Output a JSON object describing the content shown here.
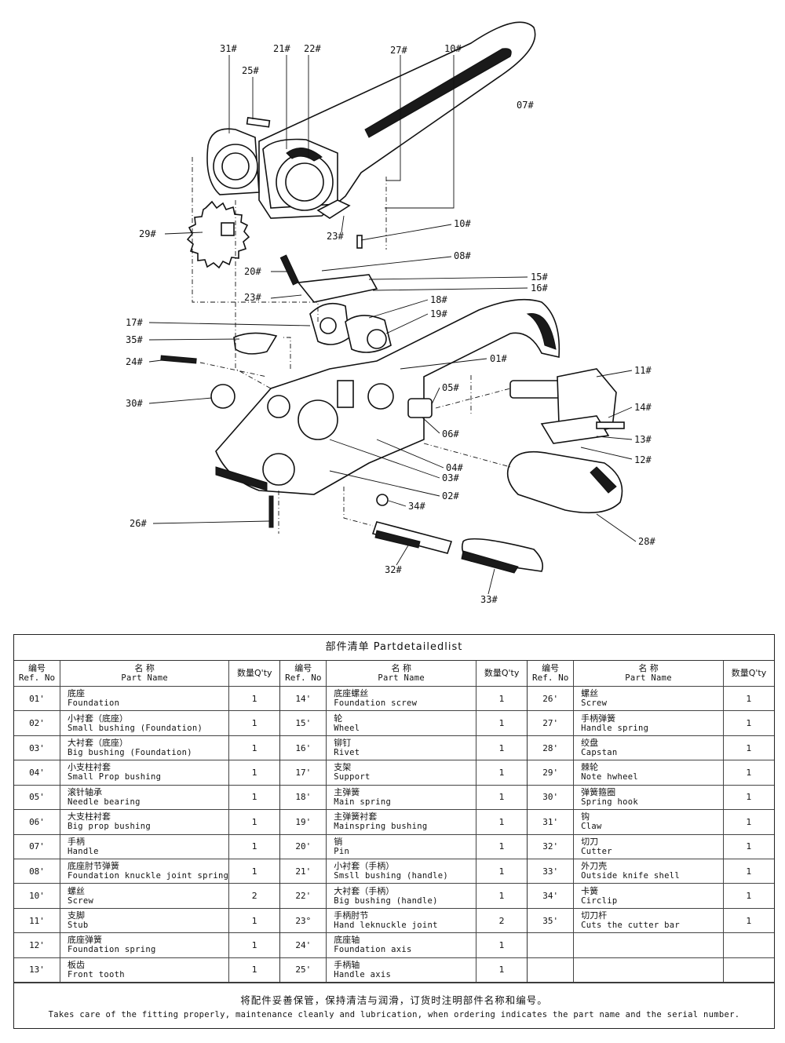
{
  "diagram": {
    "callouts": [
      "31#",
      "21#",
      "22#",
      "27#",
      "10#",
      "25#",
      "07#",
      "29#",
      "23#",
      "10#",
      "08#",
      "20#",
      "15#",
      "16#",
      "23#",
      "18#",
      "19#",
      "17#",
      "35#",
      "01#",
      "24#",
      "11#",
      "05#",
      "30#",
      "14#",
      "06#",
      "13#",
      "12#",
      "04#",
      "03#",
      "02#",
      "28#",
      "26#",
      "34#",
      "32#",
      "33#"
    ]
  },
  "parts_list": {
    "title": "部件清单 Partdetailedlist",
    "header": {
      "ref_cn": "编号",
      "ref_en": "Ref. No",
      "name_cn": "名        称",
      "name_en": "Part Name",
      "qty": "数量Q'ty"
    },
    "columns": [
      {
        "rows": [
          {
            "ref": "01'",
            "cn": "底座",
            "en": "Foundation",
            "qty": "1"
          },
          {
            "ref": "02'",
            "cn": "小衬套（底座）",
            "en": "Small bushing (Foundation)",
            "qty": "1"
          },
          {
            "ref": "03'",
            "cn": "大衬套（底座）",
            "en": "Big bushing (Foundation)",
            "qty": "1"
          },
          {
            "ref": "04'",
            "cn": "小支柱衬套",
            "en": "Small Prop bushing",
            "qty": "1"
          },
          {
            "ref": "05'",
            "cn": "滚针轴承",
            "en": "Needle bearing",
            "qty": "1"
          },
          {
            "ref": "06'",
            "cn": "大支柱衬套",
            "en": "Big prop bushing",
            "qty": "1"
          },
          {
            "ref": "07'",
            "cn": "手柄",
            "en": "Handle",
            "qty": "1"
          },
          {
            "ref": "08'",
            "cn": "底座肘节弹簧",
            "en": "Foundation knuckle joint spring",
            "qty": "1"
          },
          {
            "ref": "10'",
            "cn": "螺丝",
            "en": "Screw",
            "qty": "2"
          },
          {
            "ref": "11'",
            "cn": "支脚",
            "en": "Stub",
            "qty": "1"
          },
          {
            "ref": "12'",
            "cn": "底座弹簧",
            "en": "Foundation spring",
            "qty": "1"
          },
          {
            "ref": "13'",
            "cn": "板齿",
            "en": "Front tooth",
            "qty": "1"
          }
        ]
      },
      {
        "rows": [
          {
            "ref": "14'",
            "cn": "底座螺丝",
            "en": "Foundation screw",
            "qty": "1"
          },
          {
            "ref": "15'",
            "cn": "轮",
            "en": "Wheel",
            "qty": "1"
          },
          {
            "ref": "16'",
            "cn": "铆钉",
            "en": "Rivet",
            "qty": "1"
          },
          {
            "ref": "17'",
            "cn": "支架",
            "en": "Support",
            "qty": "1"
          },
          {
            "ref": "18'",
            "cn": "主弹簧",
            "en": "Main spring",
            "qty": "1"
          },
          {
            "ref": "19'",
            "cn": "主弹簧衬套",
            "en": "Mainspring bushing",
            "qty": "1"
          },
          {
            "ref": "20'",
            "cn": "销",
            "en": "Pin",
            "qty": "1"
          },
          {
            "ref": "21'",
            "cn": "小衬套（手柄）",
            "en": "Smsll bushing (handle)",
            "qty": "1"
          },
          {
            "ref": "22'",
            "cn": "大衬套（手柄）",
            "en": "Big bushing (handle)",
            "qty": "1"
          },
          {
            "ref": "23°",
            "cn": "手柄肘节",
            "en": "Hand leknuckle joint",
            "qty": "2"
          },
          {
            "ref": "24'",
            "cn": "底座轴",
            "en": "Foundation axis",
            "qty": "1"
          },
          {
            "ref": "25'",
            "cn": "手柄轴",
            "en": "Handle axis",
            "qty": "1"
          }
        ]
      },
      {
        "rows": [
          {
            "ref": "26'",
            "cn": "螺丝",
            "en": "Screw",
            "qty": "1"
          },
          {
            "ref": "27'",
            "cn": "手柄弹簧",
            "en": "Handle spring",
            "qty": "1"
          },
          {
            "ref": "28'",
            "cn": "绞盘",
            "en": "Capstan",
            "qty": "1"
          },
          {
            "ref": "29'",
            "cn": "棘轮",
            "en": "Note hwheel",
            "qty": "1"
          },
          {
            "ref": "30'",
            "cn": "弹簧箍圈",
            "en": "Spring hook",
            "qty": "1"
          },
          {
            "ref": "31'",
            "cn": "钩",
            "en": "Claw",
            "qty": "1"
          },
          {
            "ref": "32'",
            "cn": "切刀",
            "en": "Cutter",
            "qty": "1"
          },
          {
            "ref": "33'",
            "cn": "外刀壳",
            "en": "Outside knife shell",
            "qty": "1"
          },
          {
            "ref": "34'",
            "cn": "卡簧",
            "en": "Circlip",
            "qty": "1"
          },
          {
            "ref": "35'",
            "cn": "切刀杆",
            "en": "Cuts the cutter bar",
            "qty": "1"
          },
          {
            "ref": "",
            "cn": "",
            "en": "",
            "qty": ""
          },
          {
            "ref": "",
            "cn": "",
            "en": "",
            "qty": ""
          }
        ]
      }
    ],
    "footer": {
      "cn": "将配件妥善保管，保持清洁与润滑，订货时注明部件名称和编号。",
      "en": "Takes care of the fitting properly, maintenance cleanly and lubrication, when ordering indicates the part name and the serial number."
    }
  }
}
